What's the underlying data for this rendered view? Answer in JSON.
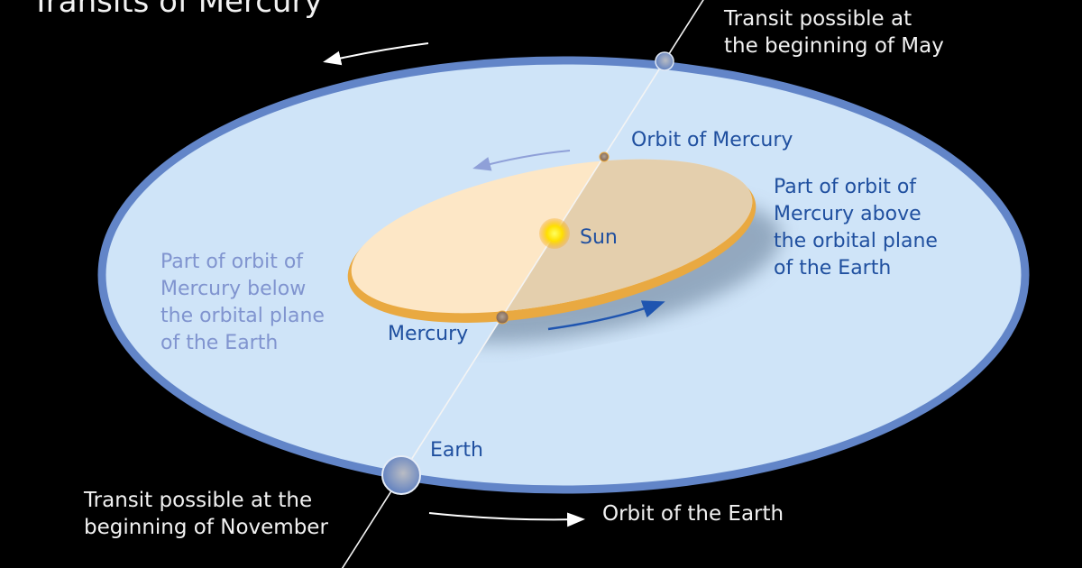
{
  "title": "Transits of Mercury",
  "labels": {
    "transit_may": [
      "Transit possible at",
      "the beginning of May"
    ],
    "orbit_mercury": "Orbit of Mercury",
    "above": [
      "Part of orbit of",
      "Mercury above",
      "the orbital plane",
      "of the Earth"
    ],
    "below": [
      "Part of orbit of",
      "Mercury below",
      "the orbital plane",
      "of the Earth"
    ],
    "sun": "Sun",
    "mercury": "Mercury",
    "earth": "Earth",
    "transit_november": [
      "Transit possible at the",
      "beginning of November"
    ],
    "orbit_earth": "Orbit of the Earth"
  },
  "colors": {
    "background": "#000000",
    "earth_orbit_fill": "#cfe4f8",
    "earth_orbit_edge": "#6285c8",
    "mercury_orbit_fill": "#fde7c6",
    "mercury_orbit_above": "#e4cfad",
    "mercury_orbit_edge": "#e9a941",
    "label_blue": "#1f4f9f",
    "label_light": "#8094cf"
  }
}
